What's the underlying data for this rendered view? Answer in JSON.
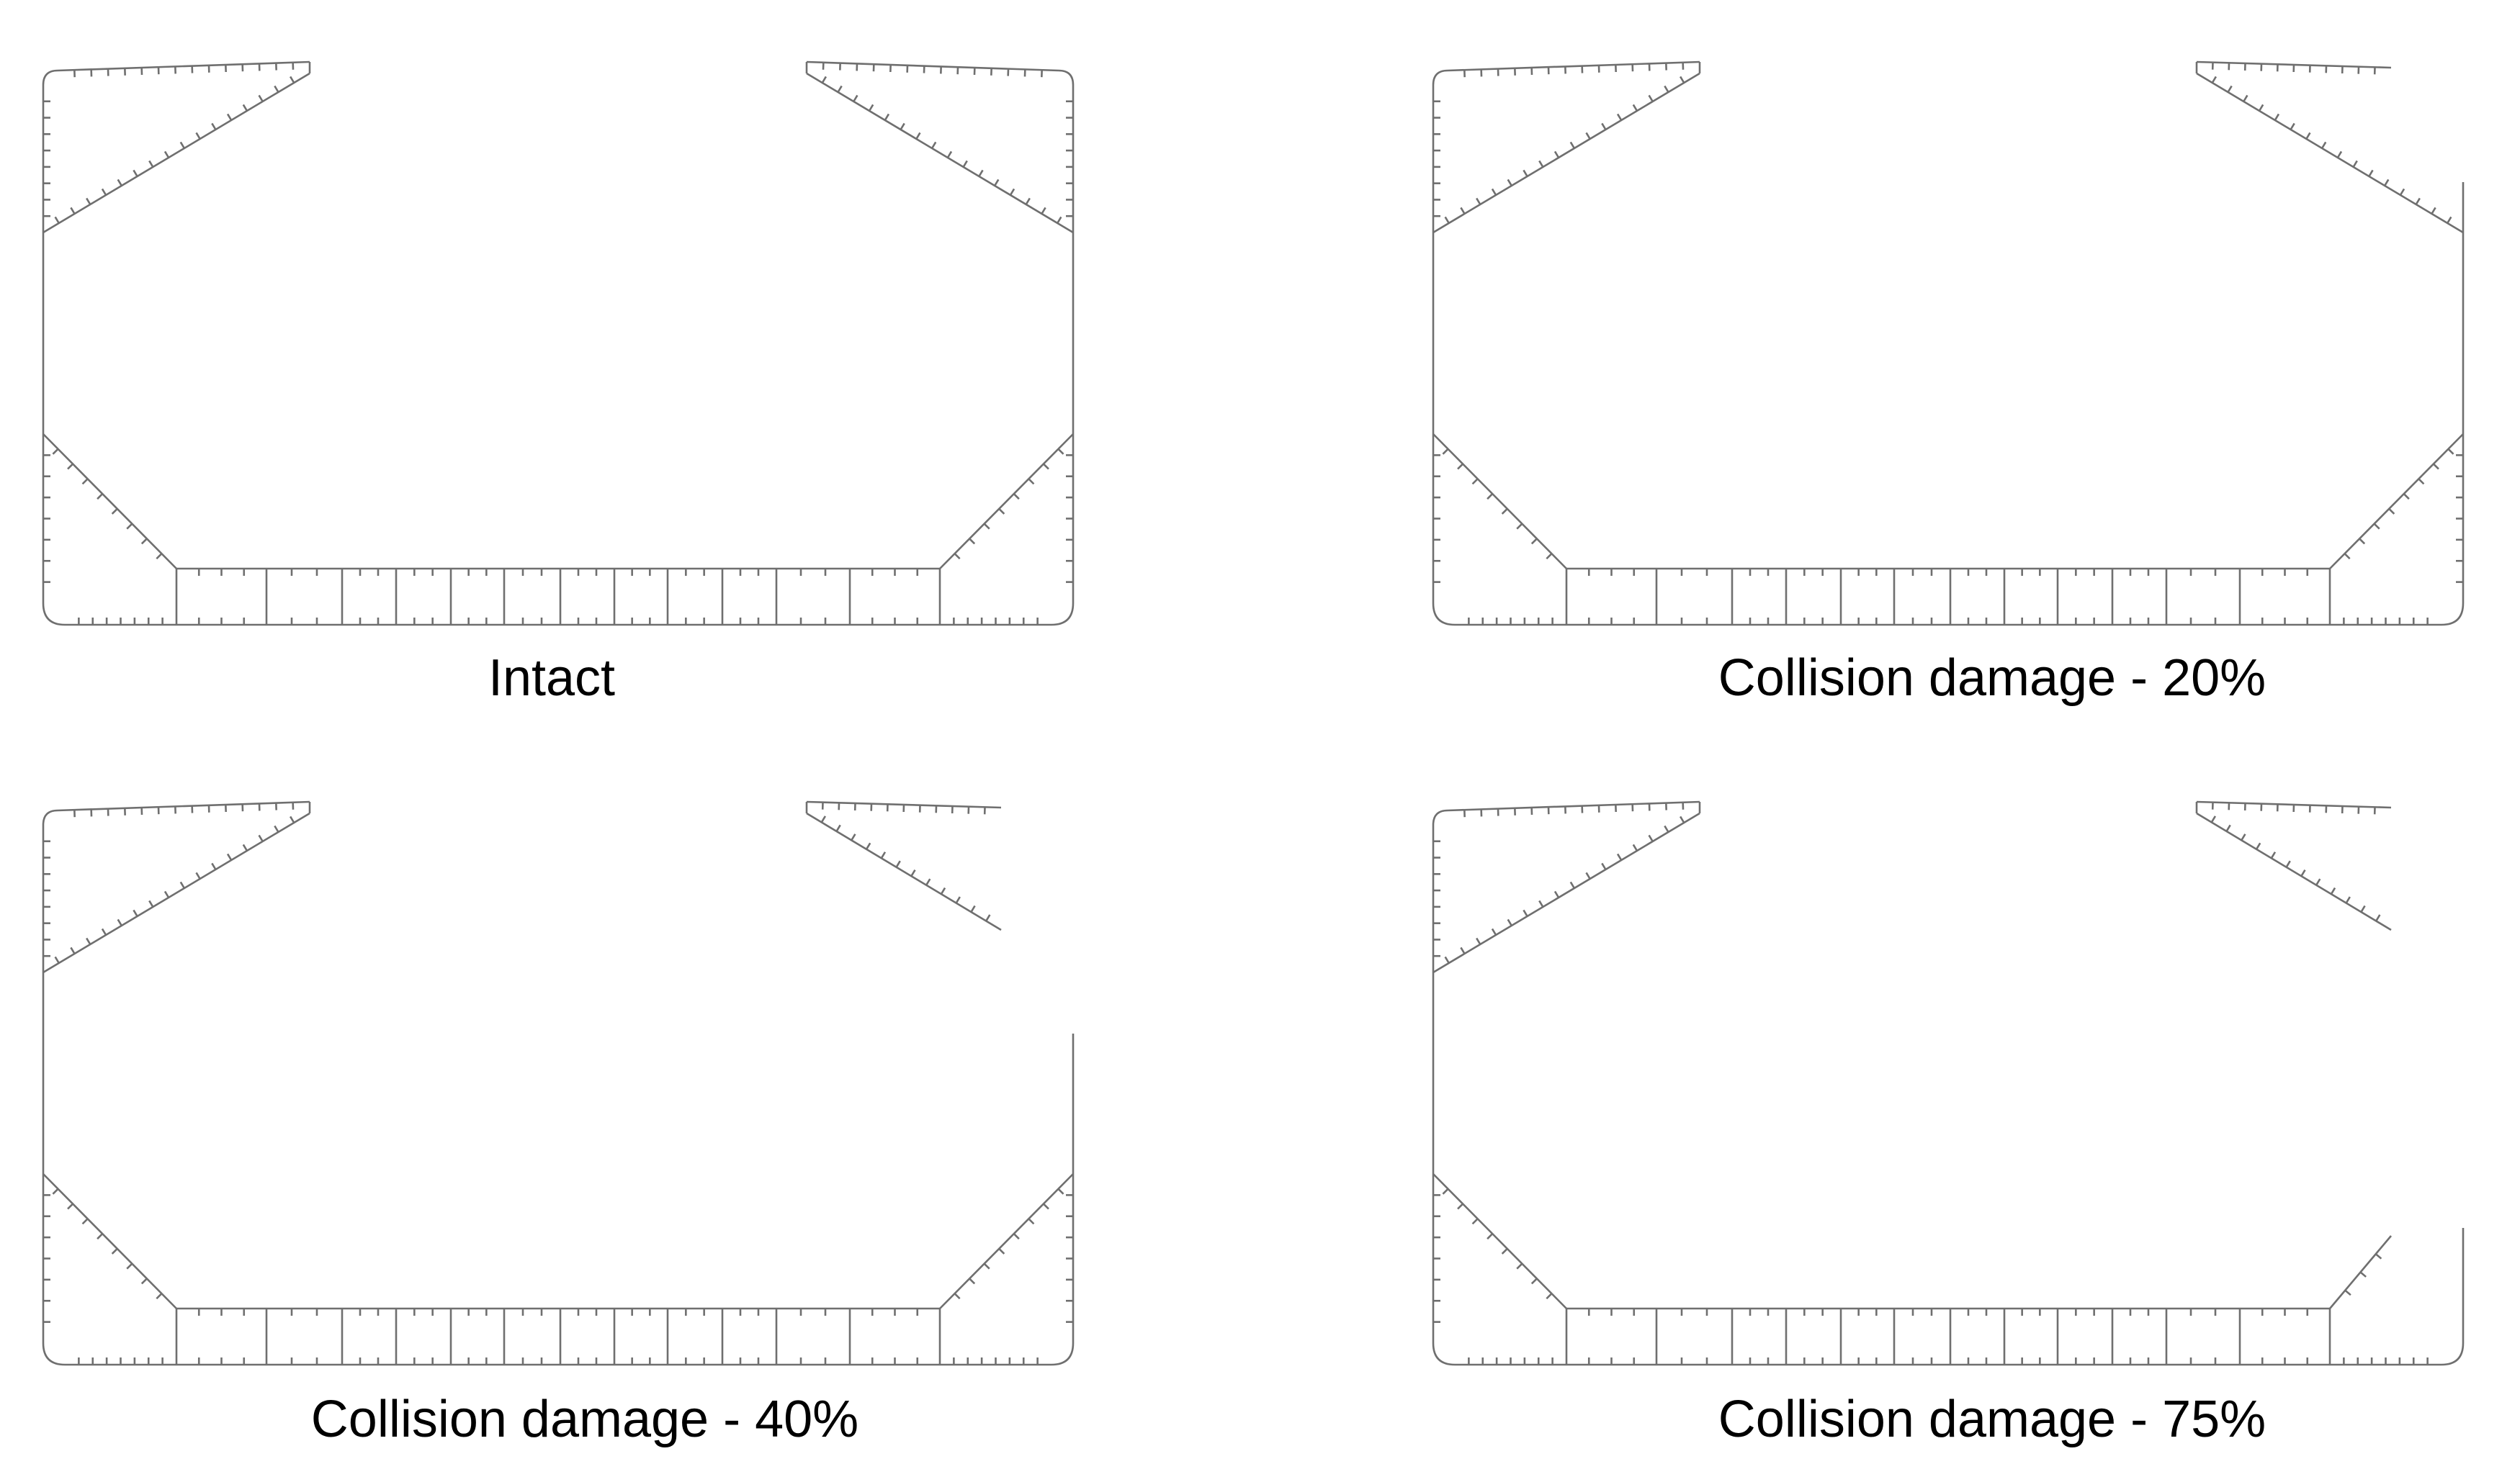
{
  "colors": {
    "background": "#ffffff",
    "structure": "#6f6f6f",
    "text": "#000000"
  },
  "panels": [
    {
      "id": "intact",
      "caption": "Intact"
    },
    {
      "id": "damage-20",
      "caption": "Collision damage - 20%"
    },
    {
      "id": "damage-40",
      "caption": "Collision damage - 40%"
    },
    {
      "id": "damage-75",
      "caption": "Collision damage - 75%"
    }
  ]
}
